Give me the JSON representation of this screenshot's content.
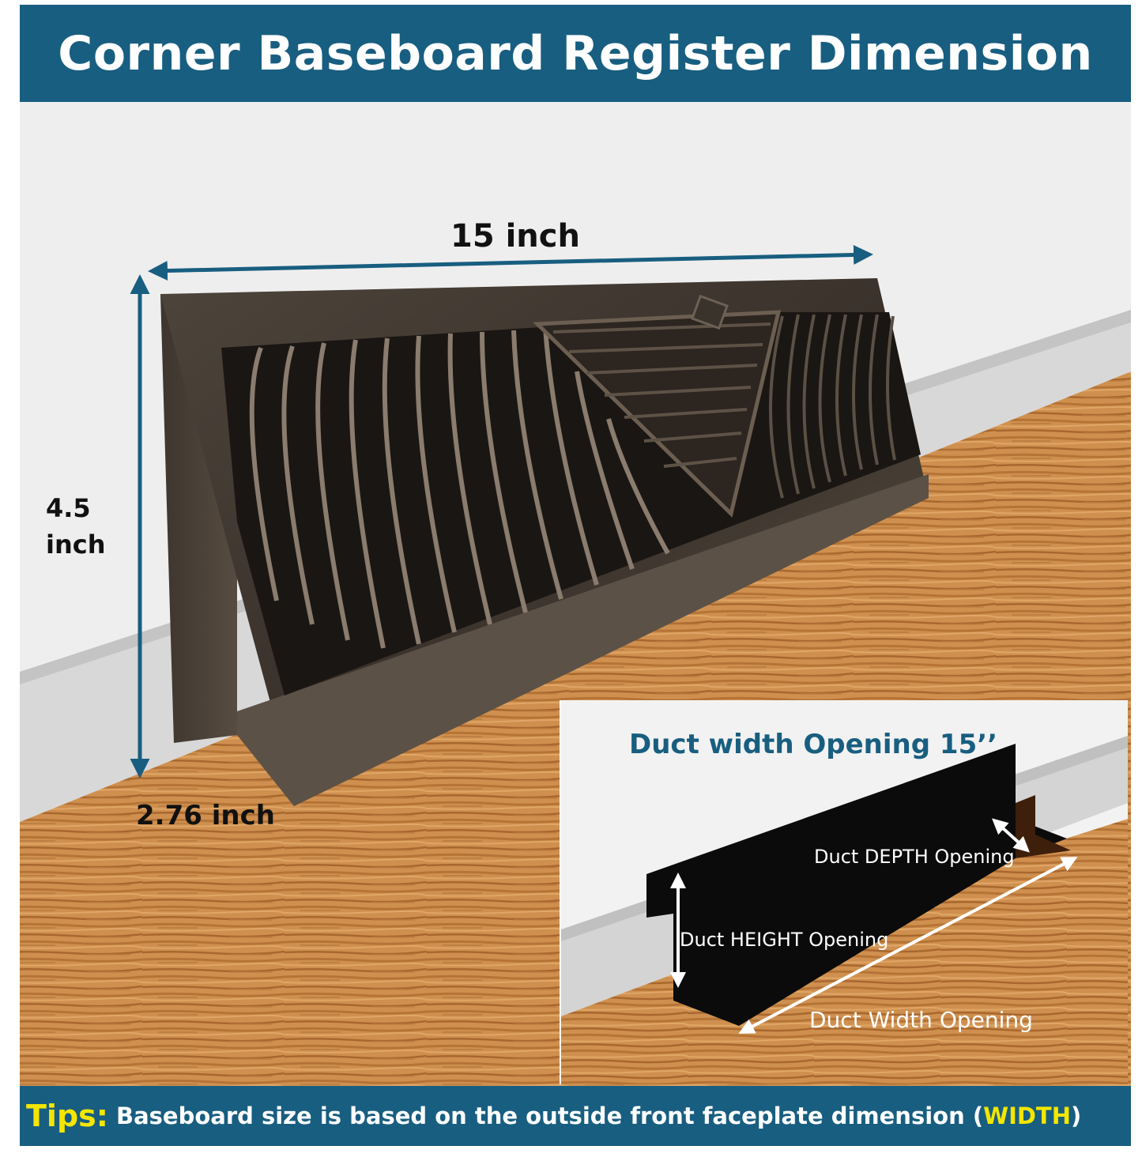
{
  "title": "Corner Baseboard Register Dimension",
  "dimensions": {
    "width": "15 inch",
    "height_line1": "4.5",
    "height_line2": "inch",
    "depth": "2.76 inch"
  },
  "inset": {
    "heading": "Duct width Opening 15’’",
    "depth_label": "Duct DEPTH Opening",
    "height_label": "Duct HEIGHT Opening",
    "width_label": "Duct Width Opening"
  },
  "tips": {
    "label": "Tips:",
    "text_before": "Baseboard size is based on the outside front faceplate dimension (",
    "highlight": "WIDTH",
    "text_after": ")"
  },
  "colors": {
    "banner": "#185e80",
    "highlight": "#f4e600",
    "arrow": "#185e80",
    "wood": "#c98a48",
    "register": "#3b332c"
  }
}
